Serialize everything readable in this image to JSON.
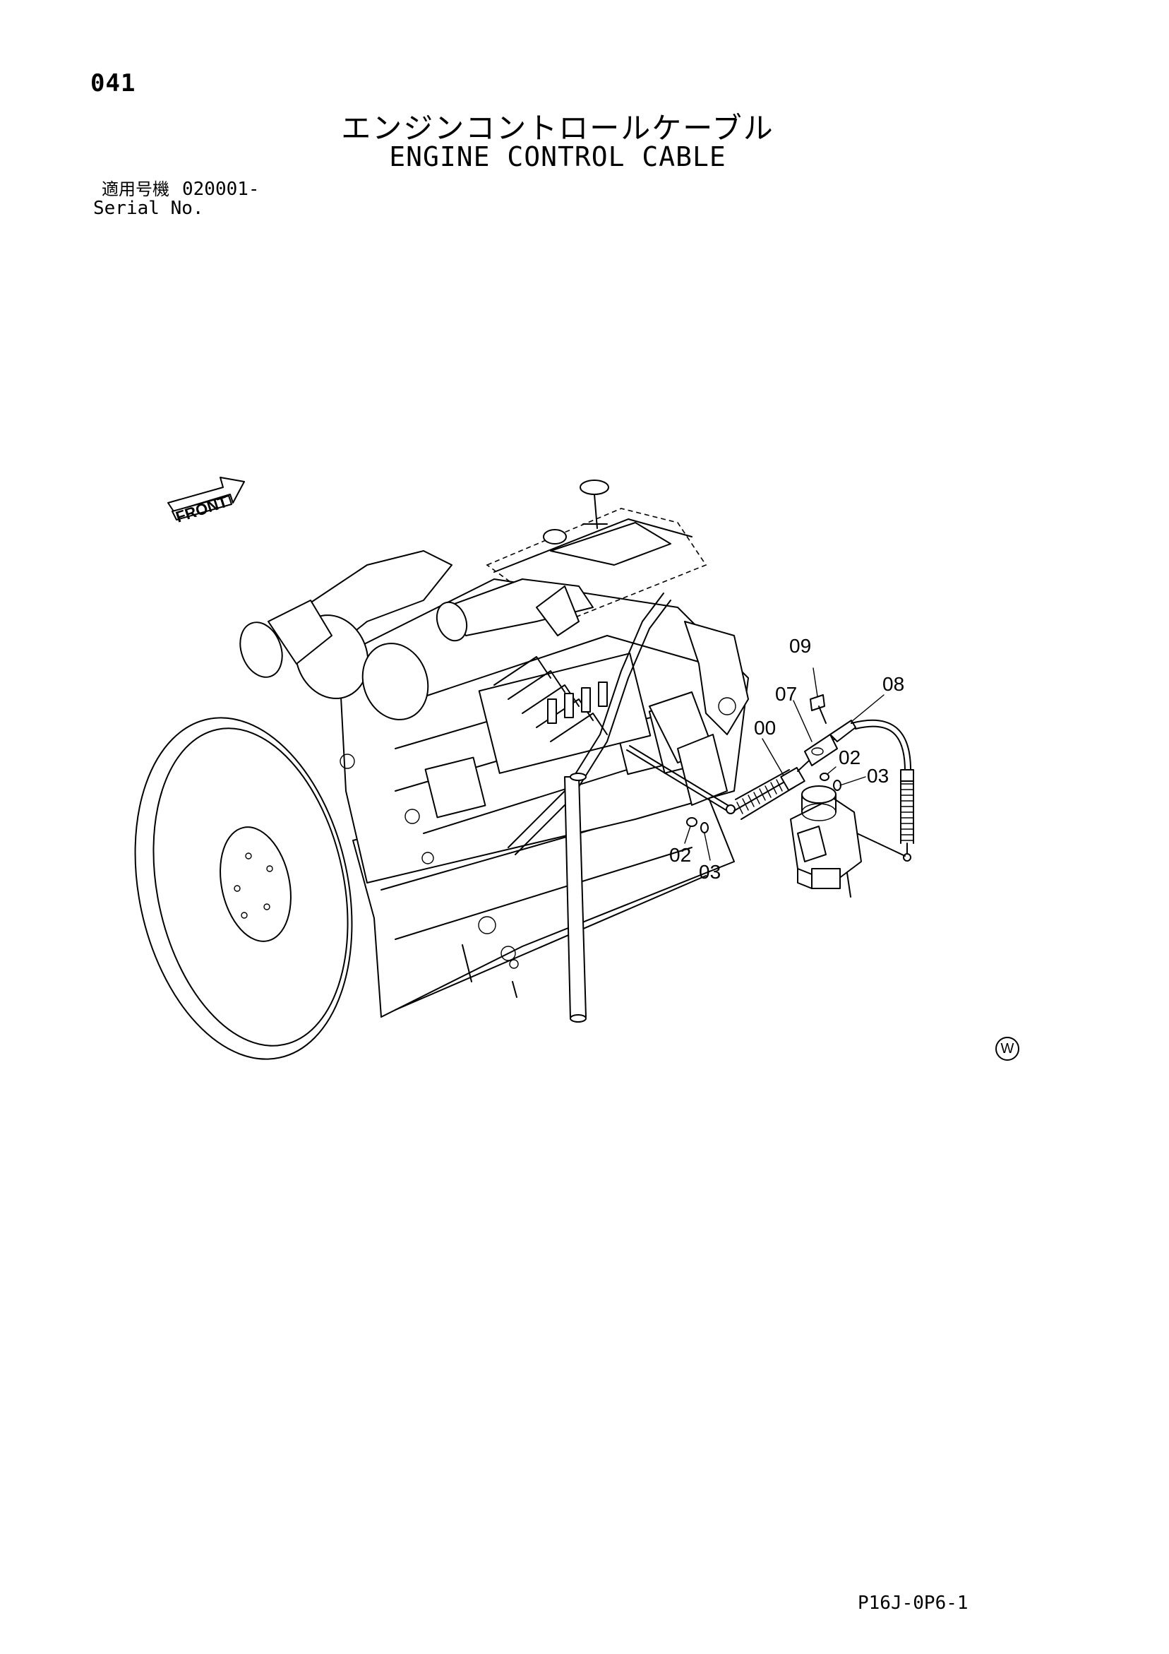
{
  "header": {
    "page_number": "041",
    "title_jp": "エンジンコントロールケーブル",
    "title_en": "ENGINE CONTROL CABLE"
  },
  "serial": {
    "label_jp": "適用号機",
    "value": "020001-",
    "label_en": "Serial No."
  },
  "drawing": {
    "front_label": "FRONT",
    "callouts": {
      "c09": "09",
      "c08": "08",
      "c07": "07",
      "c00": "00",
      "c02_right": "02",
      "c03_right": "03",
      "c02_left": "02",
      "c03_left": "03"
    },
    "mark": "W"
  },
  "footer": {
    "drawing_code": "P16J-0P6-1"
  }
}
